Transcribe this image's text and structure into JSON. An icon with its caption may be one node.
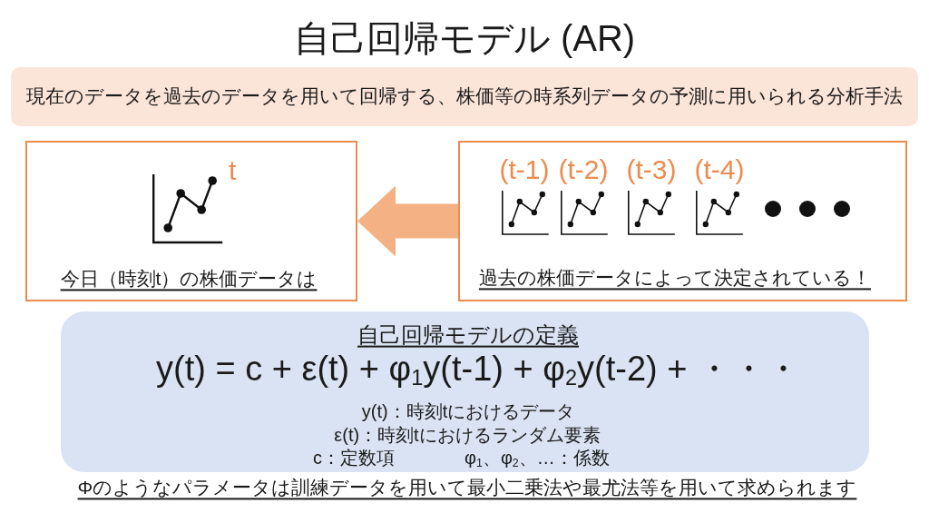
{
  "diagram": {
    "title": "自己回帰モデル (AR)",
    "nodes": [
      {
        "text": [
          "現在のデータを過去のデータを用いて回帰する、株価等の時系列データの予測に用いられる分析手法"
        ]
      },
      {
        "text": [
          "t",
          "今日（時刻t）の株価データは"
        ]
      },
      {
        "text": [
          "(t-1)",
          "(t-2)",
          "(t-3)",
          "(t-4)",
          "過去の株価データによって決定されている！"
        ]
      },
      {
        "text": [
          "自己回帰モデルの定義",
          "y(t) = c + ε(t) + φ$_{1}$y(t-1) + φ$_{2}$y(t-2) + ・・・",
          "y(t)：時刻tにおけるデータ",
          "ε(t)：時刻tにおけるランダム要素",
          "c：定数項",
          "φ$_{1}$、φ$_{2}$、…：係数"
        ]
      }
    ],
    "edges": [
      {
        "from": 2,
        "to": 1,
        "arrow": "to",
        "color": "#f4b183"
      }
    ],
    "labels": [
      "Φのようなパラメータは訓練データを用いて最小二乗法や最尤法等を用いて求められます"
    ]
  }
}
